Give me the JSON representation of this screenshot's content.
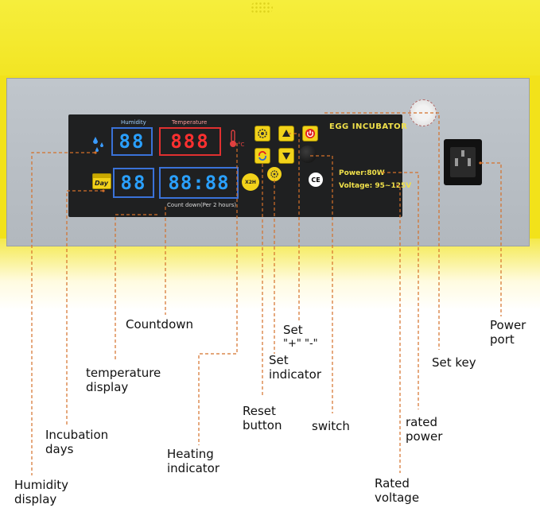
{
  "device": {
    "panel_title": "EGG INCUBATOR",
    "humidity_label": "Humidity",
    "temperature_label": "Temperature",
    "countdown_label": "Count down(Per 2 hours)",
    "humidity_digits": "88",
    "temperature_digits": "888",
    "day_digits": "88",
    "countdown_digits": "88:88",
    "day_badge": "Day",
    "power_rating": "Power:80W",
    "voltage_rating": "Voltage: 95~125V",
    "ce_mark": "CE",
    "x2h_badge": "X2H"
  },
  "callouts": {
    "humidity_display": [
      "Humidity",
      "display"
    ],
    "incubation_days": [
      "Incubation",
      "days"
    ],
    "temperature_display": [
      "temperature",
      "display"
    ],
    "countdown": [
      "Countdown"
    ],
    "heating_indicator": [
      "Heating",
      "indicator"
    ],
    "reset_button": [
      "Reset",
      "button"
    ],
    "set_indicator": [
      "Set",
      "indicator"
    ],
    "set_plus_minus": [
      "Set",
      "\"+\"  \"-\""
    ],
    "switch": [
      "switch"
    ],
    "rated_power": [
      "rated",
      "power"
    ],
    "rated_voltage": [
      "Rated",
      "voltage"
    ],
    "set_key": [
      "Set key"
    ],
    "power_port": [
      "Power",
      "port"
    ]
  },
  "colors": {
    "housing_yellow": "#f2e21a",
    "panel_gray": "#b8bec4",
    "board_black": "#1f2021",
    "leader_orange": "#d4702a",
    "display_blue": "#2aa0ff",
    "display_red": "#ff3030"
  }
}
